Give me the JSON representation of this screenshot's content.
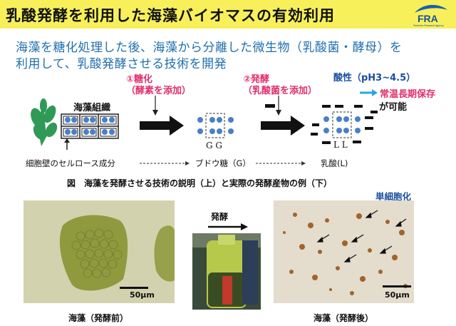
{
  "header": {
    "title": "乳酸発酵を利用した海藻バイオマスの有効利用",
    "logo_text": "FRA",
    "logo_subtext": "Fisheries Research Agency"
  },
  "intro": {
    "line1": "海藻を糖化処理した後、海藻から分離した微生物（乳酸菌・酵母）を",
    "line2": "利用して、乳酸発酵させる技術を開発"
  },
  "steps": {
    "step1_title": "①糖化",
    "step1_sub": "（酵素を添加）",
    "step2_title": "②発酵",
    "step2_sub": "（乳酸菌を添加）",
    "acidity": "酸性（pH3~4.5）",
    "storage_label": "常温長期保存",
    "storage_suffix": "が可能"
  },
  "diagram": {
    "seaweed_tissue": "海藻組織",
    "cellulose_label": "細胞壁のセルロース成分",
    "glucose_letters": "G G",
    "lactic_letters": "L L",
    "glucose_label": "ブドウ糖（G）",
    "lactic_label": "乳酸(L)"
  },
  "figure_caption": "図　海藻を発酵させる技術の説明（上）と実際の発酵産物の例（下）",
  "photos": {
    "unicellular_label": "単細胞化",
    "ferment_label": "発酵",
    "scale_left": "50μm",
    "scale_right": "50μm",
    "caption_before": "海藻（発酵前）",
    "caption_after": "海藻（発酵後）"
  },
  "colors": {
    "header_bg": "#f7f05a",
    "intro_text": "#1f6fae",
    "step_red": "#e0306a",
    "acid_blue": "#1a4fa0",
    "cell_blue": "#4a7fc8",
    "storage_arrow": "#2aa7e0",
    "seaweed_green": "#2f9a56"
  }
}
